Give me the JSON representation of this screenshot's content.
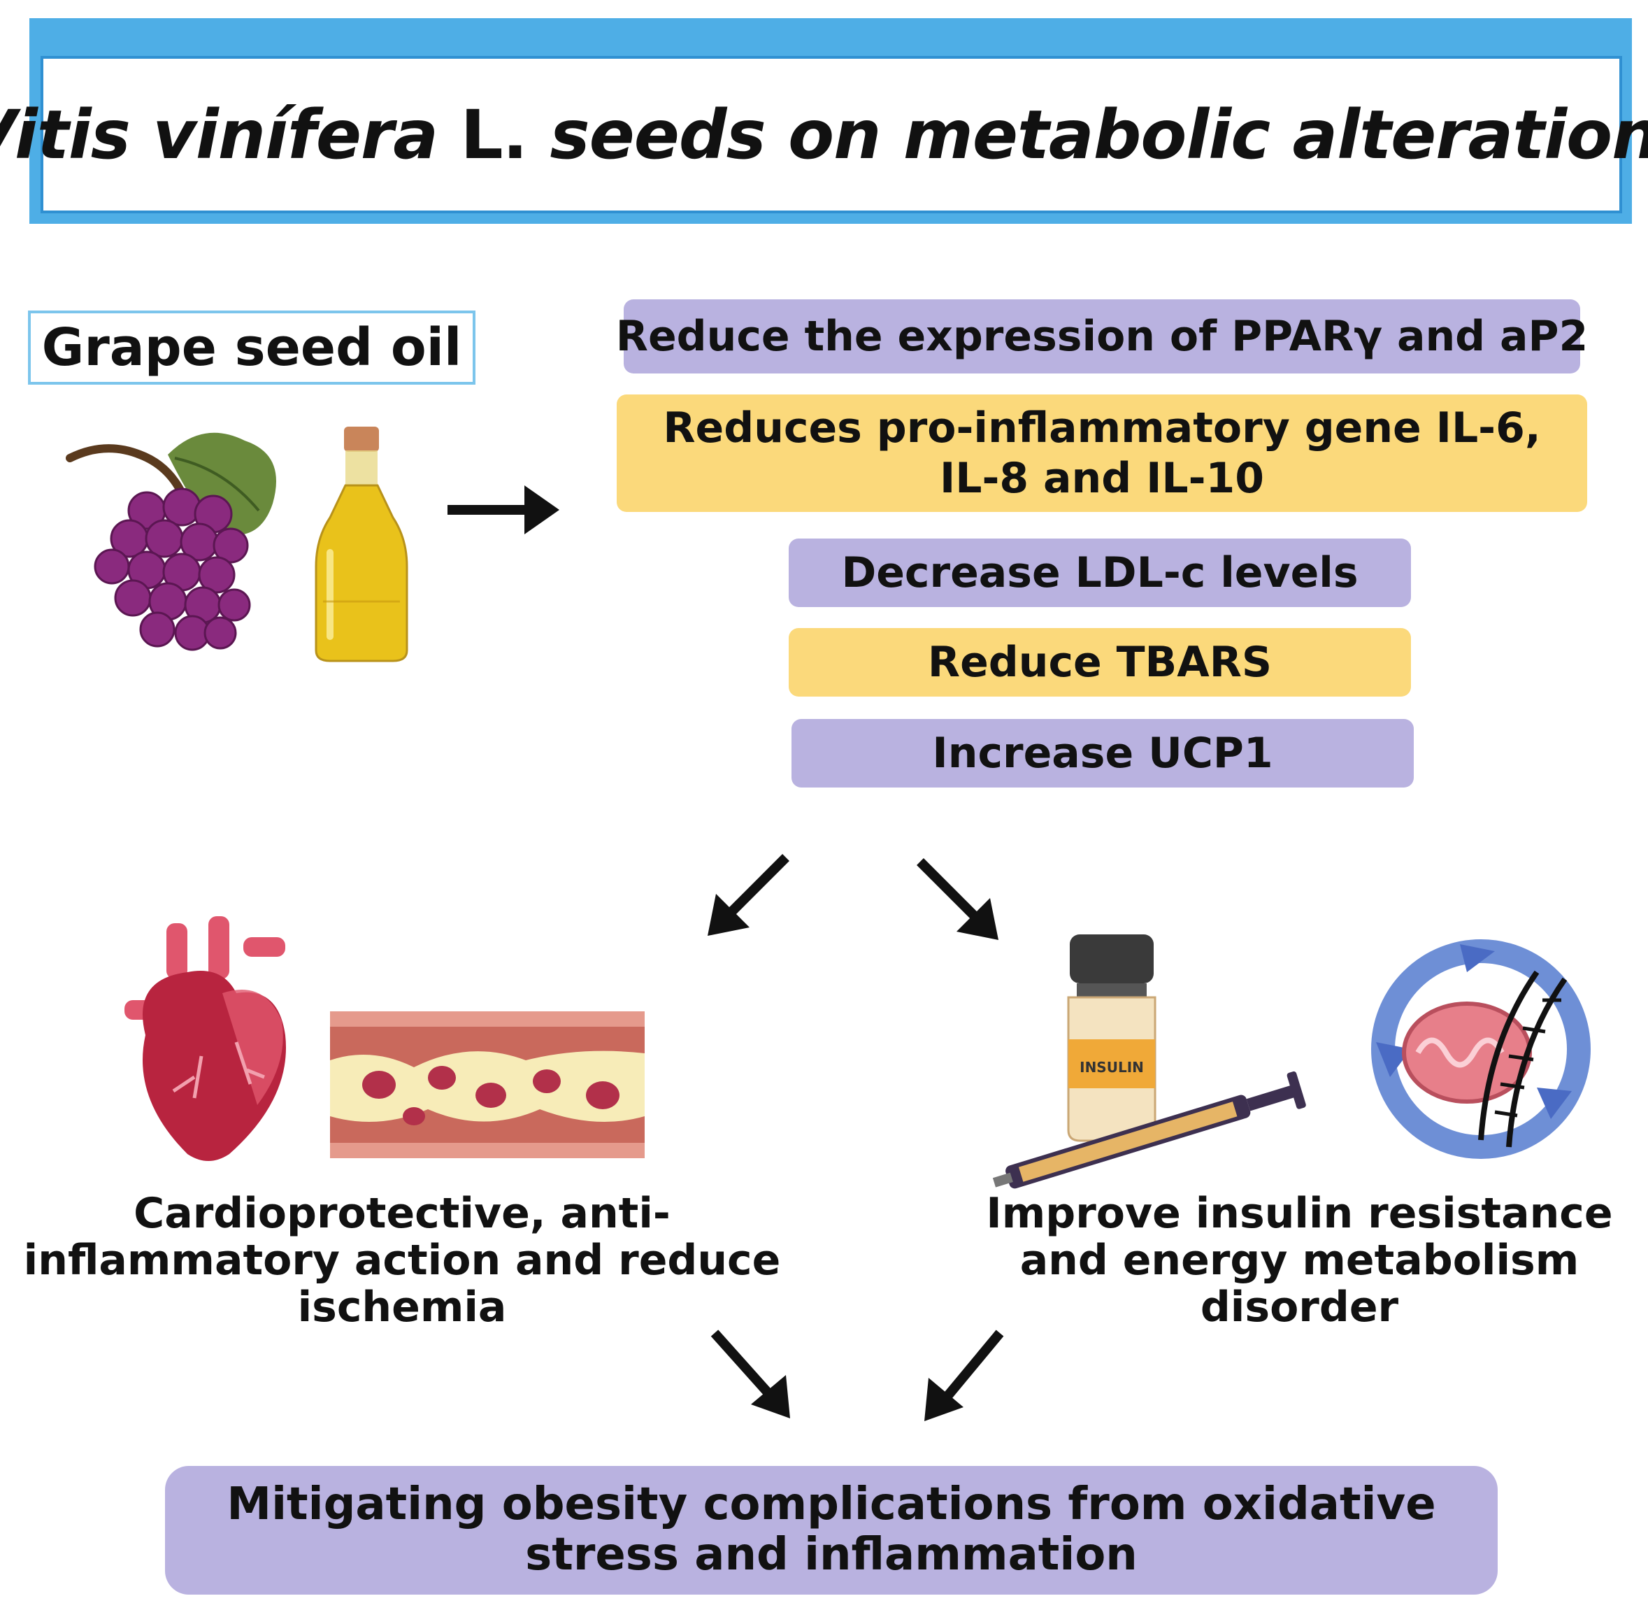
{
  "title": {
    "italic_part_1": "Vitis vinífera",
    "plain_part": " L. ",
    "italic_part_2": "seeds on metabolic alterations"
  },
  "source": {
    "label": "Grape seed oil"
  },
  "effects": [
    {
      "text": "Reduce the expression of PPARγ and aP2",
      "color": "#b9b2e0"
    },
    {
      "text": "Reduces pro-inflammatory gene IL-6, IL-8 and IL-10",
      "color": "#fbd97b"
    },
    {
      "text": "Decrease LDL-c levels",
      "color": "#b9b2e0"
    },
    {
      "text": "Reduce TBARS",
      "color": "#fbd97b"
    },
    {
      "text": "Increase UCP1",
      "color": "#b9b2e0"
    }
  ],
  "outcomes": {
    "left": "Cardioprotective, anti-inflammatory action and reduce ischemia",
    "right": "Improve insulin resistance and energy metabolism disorder"
  },
  "insulin_label": "INSULIN",
  "final": "Mitigating obesity complications from oxidative stress and inflammation",
  "colors": {
    "title_frame": "#4eaee6",
    "lavender": "#b9b2e0",
    "yellow": "#fbd97b",
    "grape": "#8a2a7e",
    "heart": "#b8243f"
  }
}
